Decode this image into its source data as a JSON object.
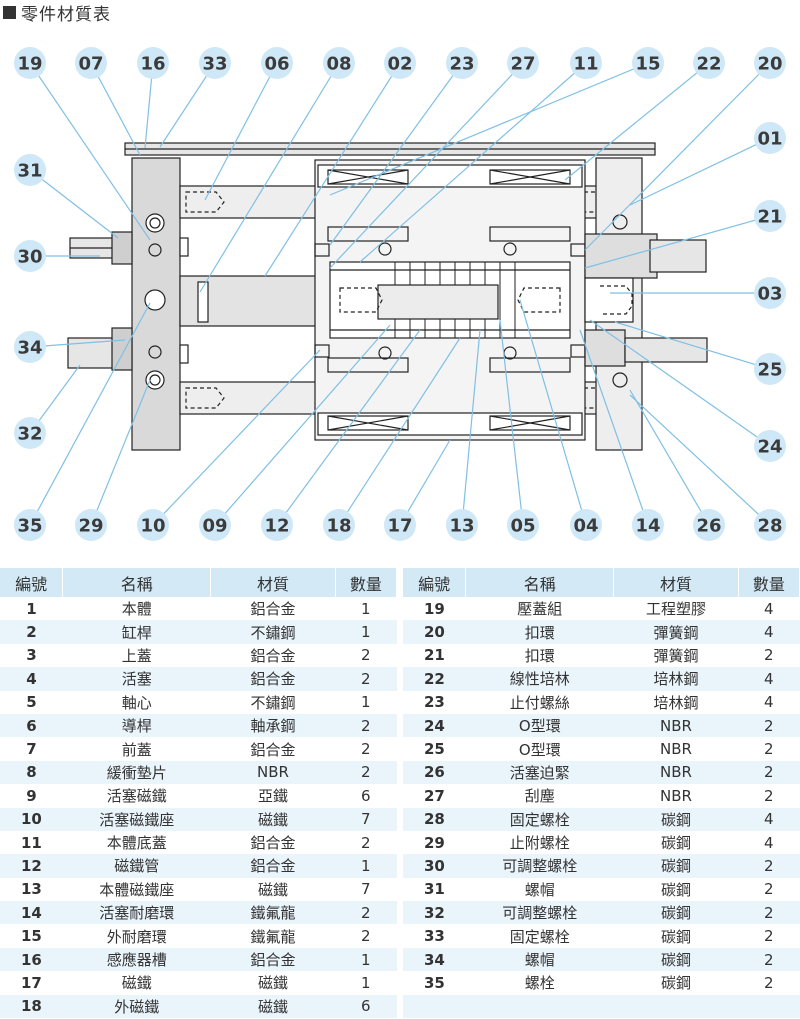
{
  "title": "零件材質表",
  "callouts": [
    "19",
    "07",
    "16",
    "33",
    "06",
    "08",
    "02",
    "23",
    "27",
    "11",
    "15",
    "22",
    "20",
    "01",
    "21",
    "03",
    "25",
    "24",
    "28",
    "31",
    "30",
    "34",
    "32",
    "35",
    "29",
    "10",
    "09",
    "12",
    "18",
    "17",
    "13",
    "05",
    "04",
    "14",
    "26"
  ],
  "columns": [
    "編號",
    "名稱",
    "材質",
    "數量"
  ],
  "parts_left": [
    {
      "no": "1",
      "name": "本體",
      "material": "鋁合金",
      "qty": "1"
    },
    {
      "no": "2",
      "name": "缸桿",
      "material": "不鏽鋼",
      "qty": "1"
    },
    {
      "no": "3",
      "name": "上蓋",
      "material": "鋁合金",
      "qty": "2"
    },
    {
      "no": "4",
      "name": "活塞",
      "material": "鋁合金",
      "qty": "2"
    },
    {
      "no": "5",
      "name": "軸心",
      "material": "不鏽鋼",
      "qty": "1"
    },
    {
      "no": "6",
      "name": "導桿",
      "material": "軸承鋼",
      "qty": "2"
    },
    {
      "no": "7",
      "name": "前蓋",
      "material": "鋁合金",
      "qty": "2"
    },
    {
      "no": "8",
      "name": "緩衝墊片",
      "material": "NBR",
      "qty": "2"
    },
    {
      "no": "9",
      "name": "活塞磁鐵",
      "material": "亞鐵",
      "qty": "6"
    },
    {
      "no": "10",
      "name": "活塞磁鐵座",
      "material": "磁鐵",
      "qty": "7"
    },
    {
      "no": "11",
      "name": "本體底蓋",
      "material": "鋁合金",
      "qty": "2"
    },
    {
      "no": "12",
      "name": "磁鐵管",
      "material": "鋁合金",
      "qty": "1"
    },
    {
      "no": "13",
      "name": "本體磁鐵座",
      "material": "磁鐵",
      "qty": "7"
    },
    {
      "no": "14",
      "name": "活塞耐磨環",
      "material": "鐵氟龍",
      "qty": "2"
    },
    {
      "no": "15",
      "name": "外耐磨環",
      "material": "鐵氟龍",
      "qty": "2"
    },
    {
      "no": "16",
      "name": "感應器槽",
      "material": "鋁合金",
      "qty": "1"
    },
    {
      "no": "17",
      "name": "磁鐵",
      "material": "磁鐵",
      "qty": "1"
    },
    {
      "no": "18",
      "name": "外磁鐵",
      "material": "磁鐵",
      "qty": "6"
    }
  ],
  "parts_right": [
    {
      "no": "19",
      "name": "壓蓋組",
      "material": "工程塑膠",
      "qty": "4"
    },
    {
      "no": "20",
      "name": "扣環",
      "material": "彈簧鋼",
      "qty": "4"
    },
    {
      "no": "21",
      "name": "扣環",
      "material": "彈簧鋼",
      "qty": "2"
    },
    {
      "no": "22",
      "name": "線性培林",
      "material": "培林鋼",
      "qty": "4"
    },
    {
      "no": "23",
      "name": "止付螺絲",
      "material": "培林鋼",
      "qty": "4"
    },
    {
      "no": "24",
      "name": "O型環",
      "material": "NBR",
      "qty": "2"
    },
    {
      "no": "25",
      "name": "O型環",
      "material": "NBR",
      "qty": "2"
    },
    {
      "no": "26",
      "name": "活塞迫緊",
      "material": "NBR",
      "qty": "2"
    },
    {
      "no": "27",
      "name": "刮塵",
      "material": "NBR",
      "qty": "2"
    },
    {
      "no": "28",
      "name": "固定螺栓",
      "material": "碳鋼",
      "qty": "4"
    },
    {
      "no": "29",
      "name": "止附螺栓",
      "material": "碳鋼",
      "qty": "4"
    },
    {
      "no": "30",
      "name": "可調整螺栓",
      "material": "碳鋼",
      "qty": "2"
    },
    {
      "no": "31",
      "name": "螺帽",
      "material": "碳鋼",
      "qty": "2"
    },
    {
      "no": "32",
      "name": "可調整螺栓",
      "material": "碳鋼",
      "qty": "2"
    },
    {
      "no": "33",
      "name": "固定螺栓",
      "material": "碳鋼",
      "qty": "2"
    },
    {
      "no": "34",
      "name": "螺帽",
      "material": "碳鋼",
      "qty": "2"
    },
    {
      "no": "35",
      "name": "螺栓",
      "material": "碳鋼",
      "qty": "2"
    }
  ],
  "colors": {
    "header_bg": "#d3e9f6",
    "row_alt": "#eaf4fb",
    "callout_bg": "#cfe8f7",
    "leader": "#7fc0e4",
    "part_fill": "#dcdcdc"
  }
}
